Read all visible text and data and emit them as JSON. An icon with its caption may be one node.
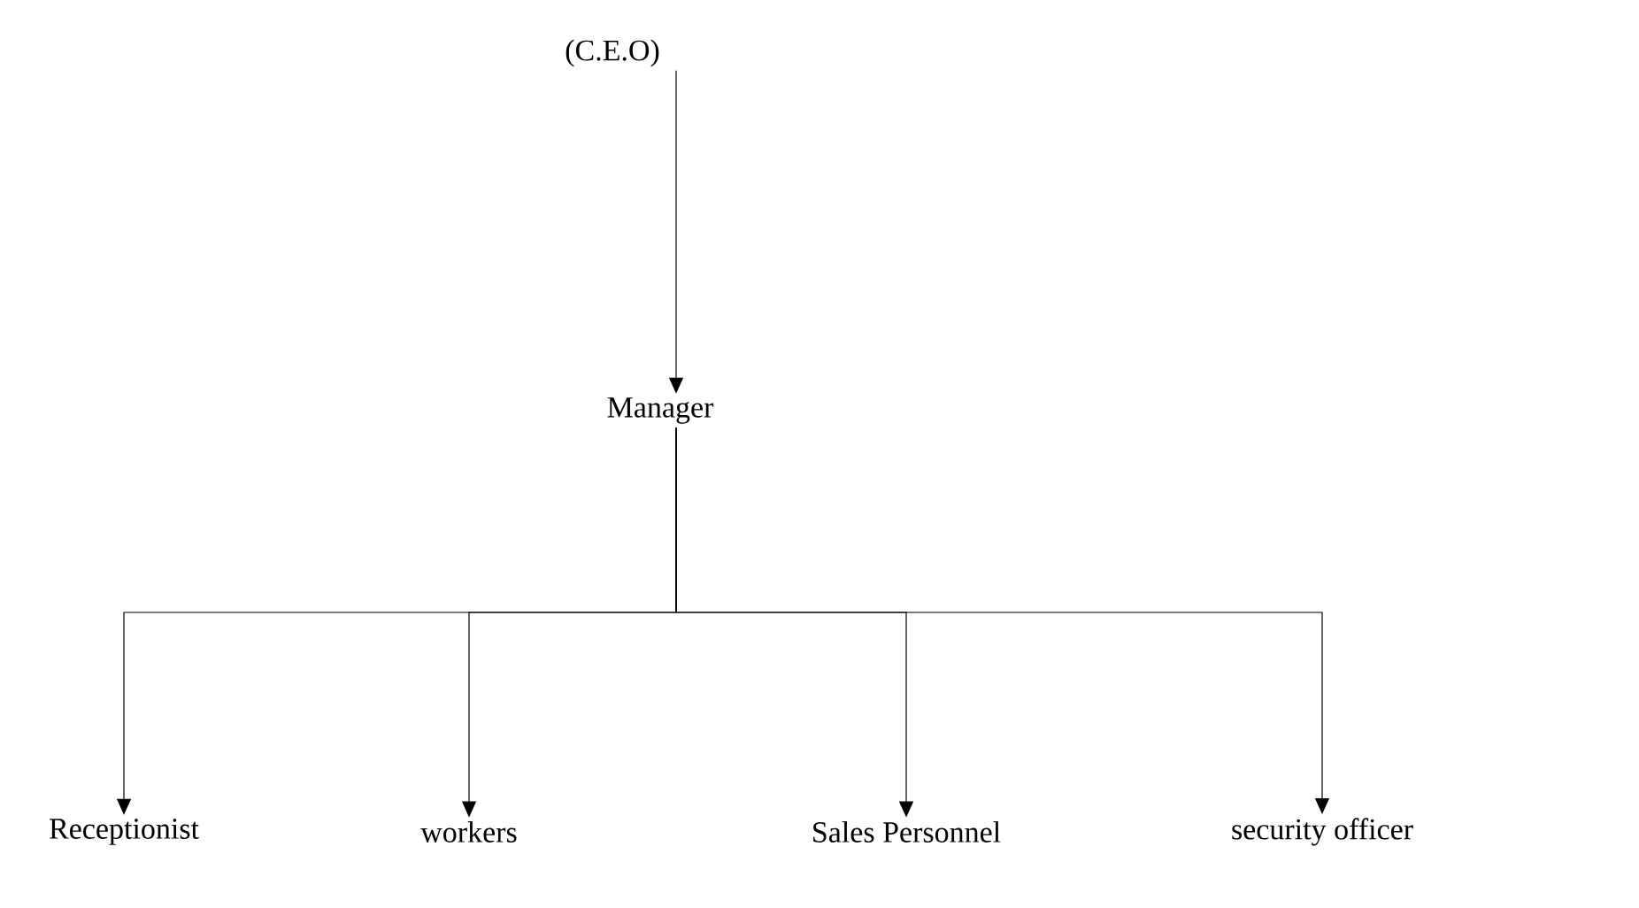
{
  "diagram": {
    "nodes": [
      {
        "text": [
          "(C.E.O)"
        ]
      },
      {
        "text": [
          "Manager"
        ]
      },
      {
        "text": [
          "Receptionist"
        ]
      },
      {
        "text": [
          "workers"
        ]
      },
      {
        "text": [
          "Sales Personnel"
        ]
      },
      {
        "text": [
          "security officer"
        ]
      }
    ],
    "edges": [
      {
        "from": 0,
        "to": 1,
        "arrow": "to"
      },
      {
        "from": 1,
        "to": 2,
        "arrow": "to"
      },
      {
        "from": 1,
        "to": 3,
        "arrow": "to"
      },
      {
        "from": 1,
        "to": 4,
        "arrow": "to"
      },
      {
        "from": 1,
        "to": 5,
        "arrow": "to"
      }
    ]
  }
}
